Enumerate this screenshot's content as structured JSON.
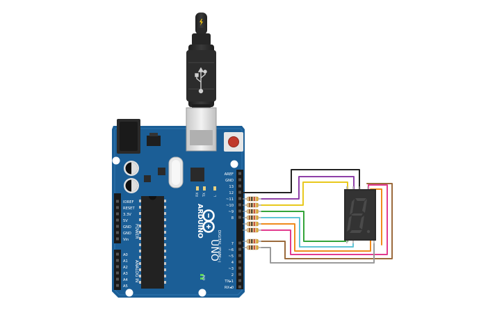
{
  "board": {
    "brand": "ARDUINO",
    "model": "UNO",
    "on_label": "ON",
    "tx_label": "TX",
    "rx_label": "RX",
    "l_label": "L",
    "digital_section": "DIGITAL (PWM~)",
    "power_section": "POWER",
    "analog_section": "ANALOG IN",
    "digital_pins": [
      "AREF",
      "GND",
      "13",
      "12",
      "~11",
      "~10",
      "~9",
      "8",
      "7",
      "~6",
      "~5",
      "4",
      "~3",
      "2",
      "TX▸1",
      "RX◂0"
    ],
    "power_pins": [
      "IOREF",
      "RESET",
      "3.3V",
      "5V",
      "GND",
      "GND",
      "Vin"
    ],
    "analog_pins": [
      "A0",
      "A1",
      "A2",
      "A3",
      "A4",
      "A5"
    ],
    "color": "#1b5e96"
  },
  "wire_colors": [
    "#222222",
    "#8e3fa8",
    "#e8c81c",
    "#33a43a",
    "#5fc4d6",
    "#f08a1c",
    "#e23a8e",
    "#9b6a3c",
    "#9a9a9a"
  ],
  "icons": [
    "usb-cable-icon",
    "lightning-icon",
    "usb-symbol-icon",
    "reset-button-icon",
    "infinity-logo-icon",
    "seven-segment-display-icon"
  ]
}
